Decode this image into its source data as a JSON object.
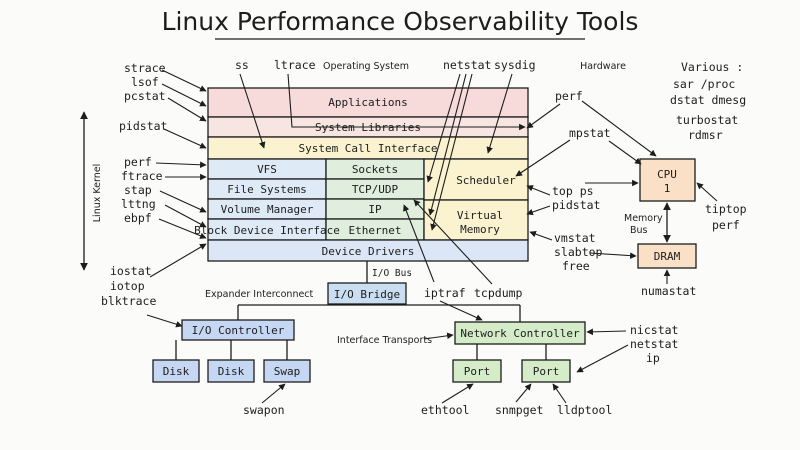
{
  "title": "Linux Performance Observability Tools",
  "labels": {
    "operating_system": "Operating System",
    "hardware": "Hardware",
    "various": "Various :",
    "linux_kernel": "Linux Kernel",
    "io_bus": "I/O Bus",
    "expander_interconnect": "Expander Interconnect",
    "interface_transports": "Interface Transports",
    "memory_bus_1": "Memory",
    "memory_bus_2": "Bus"
  },
  "layers": {
    "applications": "Applications",
    "system_libraries": "System Libraries",
    "system_call_interface": "System Call Interface",
    "vfs": "VFS",
    "file_systems": "File Systems",
    "volume_manager": "Volume Manager",
    "block_device_interface": "Block Device Interface",
    "sockets": "Sockets",
    "tcp_udp": "TCP/UDP",
    "ip": "IP",
    "ethernet": "Ethernet",
    "scheduler": "Scheduler",
    "virtual_memory_1": "Virtual",
    "virtual_memory_2": "Memory",
    "device_drivers": "Device Drivers"
  },
  "hardware": {
    "cpu_1": "CPU",
    "cpu_2": "1",
    "dram": "DRAM",
    "io_bridge": "I/O Bridge",
    "io_controller": "I/O Controller",
    "network_controller": "Network Controller",
    "disk_1": "Disk",
    "disk_2": "Disk",
    "swap": "Swap",
    "port_1": "Port",
    "port_2": "Port"
  },
  "tools": {
    "strace": "strace",
    "lsof": "lsof",
    "pcstat": "pcstat",
    "pidstat_left": "pidstat",
    "perf_left": "perf",
    "ftrace": "ftrace",
    "stap": "stap",
    "lttng": "lttng",
    "ebpf": "ebpf",
    "iostat": "iostat",
    "iotop": "iotop",
    "blktrace": "blktrace",
    "ss": "ss",
    "ltrace": "ltrace",
    "netstat_top": "netstat",
    "sysdig": "sysdig",
    "perf_right": "perf",
    "mpstat": "mpstat",
    "top_ps": "top ps",
    "pidstat_right": "pidstat",
    "vmstat": "vmstat",
    "slabtop": "slabtop",
    "free": "free",
    "numastat": "numastat",
    "tiptop": "tiptop",
    "perf_cpu": "perf",
    "sar_proc": "sar /proc",
    "dstat_dmesg": "dstat dmesg",
    "turbostat": "turbostat",
    "rdmsr": "rdmsr",
    "iptraf": "iptraf",
    "tcpdump": "tcpdump",
    "nicstat": "nicstat",
    "netstat_right": "netstat",
    "ip": "ip",
    "swapon": "swapon",
    "ethtool": "ethtool",
    "snmpget": "snmpget",
    "lldptool": "lldptool"
  },
  "colors": {
    "applications": "#f7dada",
    "system_libraries": "#f6e5e1",
    "system_call_interface": "#fbf3d0",
    "storage_stack": "#dfeaf7",
    "network_stack": "#dfeedd",
    "scheduler": "#fbf3d0",
    "device_drivers": "#dbe7f6",
    "cpu": "#fbe0c8",
    "dram": "#fbe0c8",
    "io_bridge": "#c9def0",
    "io_controller": "#c5d7f2",
    "disk": "#c5d7f2",
    "network_controller": "#d4ecc8",
    "port": "#d4ecc8",
    "ink": "#1d1d1d"
  }
}
